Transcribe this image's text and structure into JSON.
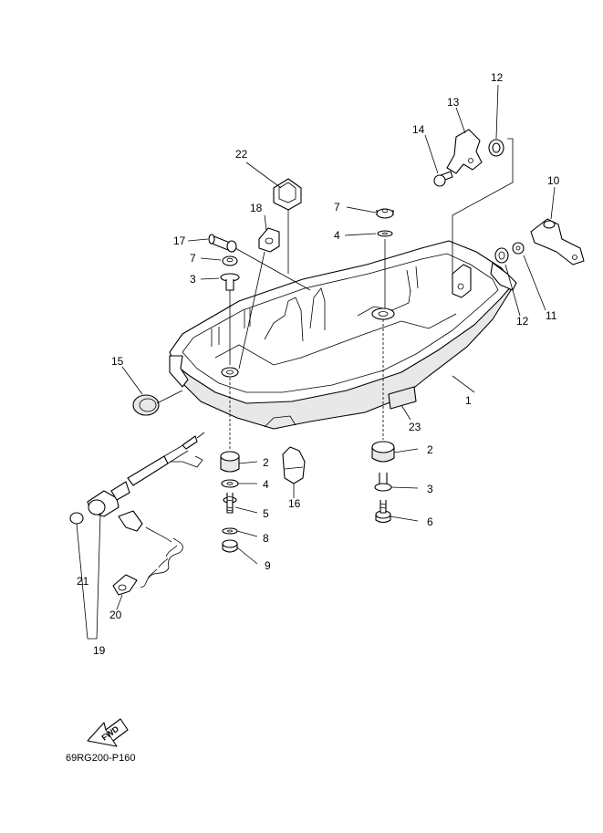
{
  "diagram": {
    "code": "69RG200-P160",
    "fwd_label": "FWD",
    "callouts": [
      "1",
      "2",
      "2",
      "3",
      "3",
      "4",
      "4",
      "5",
      "6",
      "7",
      "7",
      "8",
      "9",
      "10",
      "11",
      "12",
      "12",
      "13",
      "14",
      "15",
      "16",
      "17",
      "18",
      "19",
      "20",
      "21",
      "22",
      "23"
    ]
  }
}
